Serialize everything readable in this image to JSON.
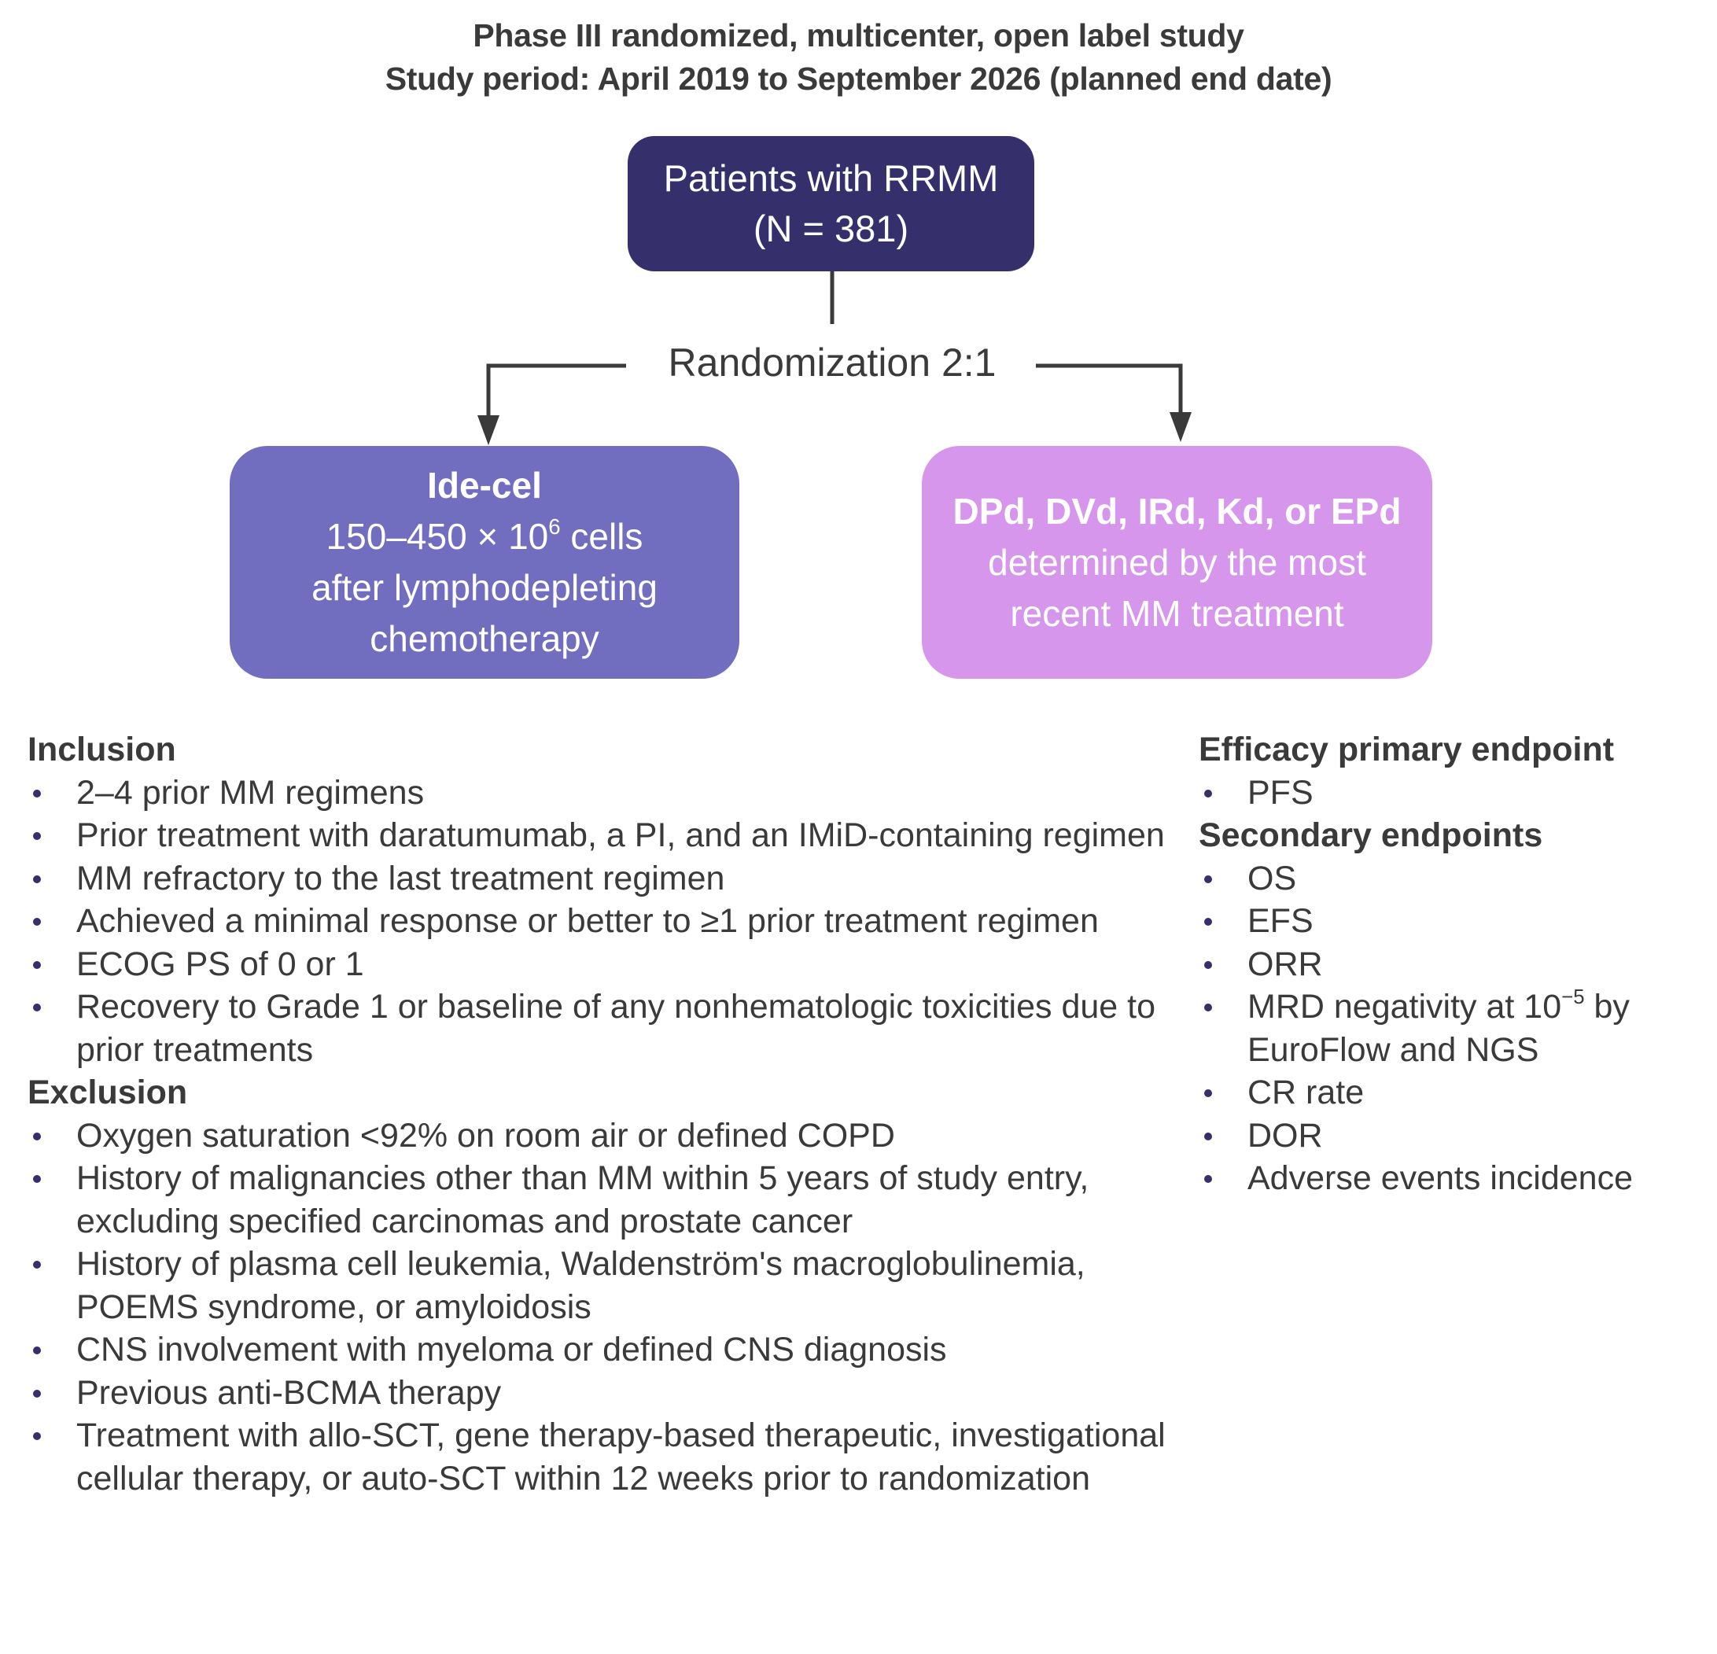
{
  "header": {
    "title_line1": "Phase III randomized, multicenter, open label study",
    "title_line2": "Study period: April 2019 to September 2026 (planned end date)"
  },
  "flow": {
    "population": {
      "line1": "Patients with RRMM",
      "line2": "(N = 381)",
      "color": "#35306b"
    },
    "randomization_label": "Randomization 2:1",
    "arm_left": {
      "title": "Ide-cel",
      "dose_prefix": "150–450 × 10",
      "dose_exponent": "6",
      "dose_suffix": " cells",
      "line3": "after lymphodepleting",
      "line4": "chemotherapy",
      "color": "#716dbf"
    },
    "arm_right": {
      "title": "DPd, DVd, IRd, Kd, or EPd",
      "line2": "determined by the most",
      "line3": "recent MM treatment",
      "color": "#d596ec"
    },
    "connector_color": "#3a3a3a"
  },
  "criteria": {
    "inclusion": {
      "heading": "Inclusion",
      "items": [
        "2–4 prior MM regimens",
        "Prior treatment with daratumumab, a PI, and an IMiD-containing regimen",
        "MM refractory to the last treatment regimen",
        "Achieved a minimal response or better to ≥1 prior treatment regimen",
        "ECOG PS of 0 or 1",
        "Recovery to Grade 1 or baseline of any nonhematologic toxicities due to prior treatments"
      ]
    },
    "exclusion": {
      "heading": "Exclusion",
      "items": [
        "Oxygen saturation <92% on room air or defined COPD",
        "History of malignancies other than MM within 5 years of study entry, excluding specified carcinomas and prostate cancer",
        "History of plasma cell leukemia, Waldenström's macroglobulinemia, POEMS syndrome, or amyloidosis",
        "CNS involvement with myeloma or defined CNS diagnosis",
        "Previous anti-BCMA therapy",
        "Treatment with allo-SCT, gene therapy-based therapeutic, investigational cellular therapy, or auto-SCT within 12 weeks prior to randomization"
      ]
    }
  },
  "endpoints": {
    "primary": {
      "heading": "Efficacy primary endpoint",
      "items": [
        "PFS"
      ]
    },
    "secondary": {
      "heading": "Secondary endpoints",
      "items": [
        "OS",
        "EFS",
        "ORR",
        {
          "prefix": "MRD negativity at 10",
          "exponent": "−5",
          "suffix": " by EuroFlow and NGS"
        },
        "CR rate",
        "DOR",
        "Adverse events incidence"
      ]
    }
  },
  "bullet_color": "#35306b"
}
